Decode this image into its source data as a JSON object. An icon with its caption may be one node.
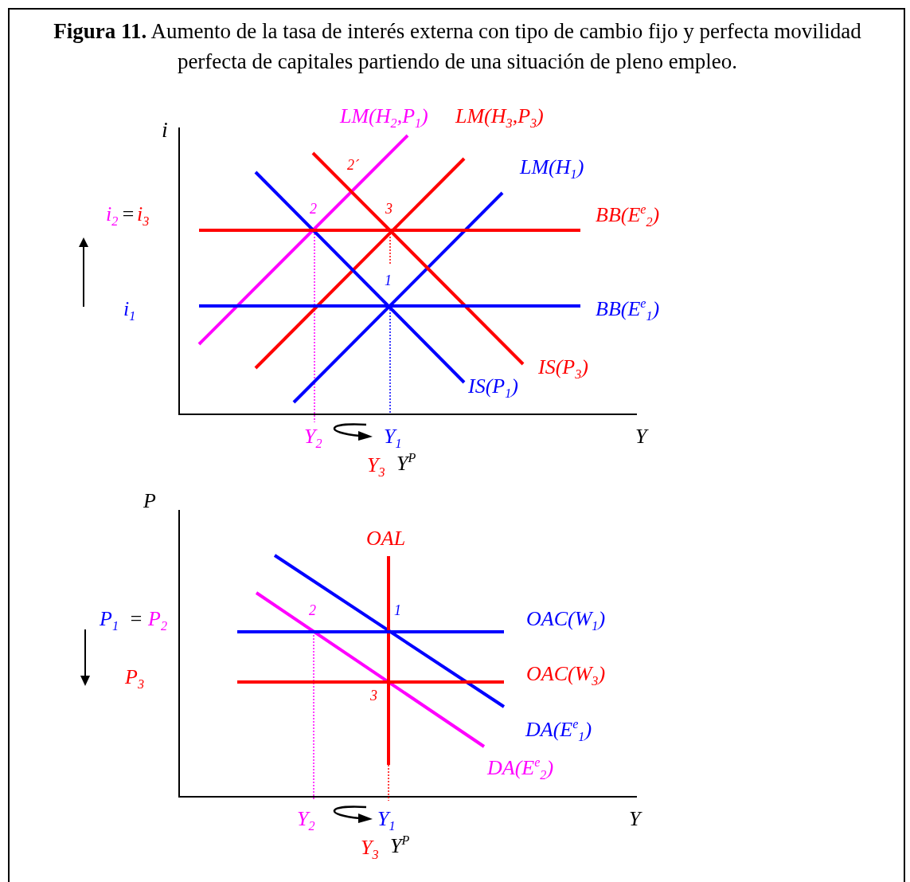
{
  "diagram": {
    "title": "**Figura  11.** Aumento de la tasa de interés externa con tipo de cambio fijo y perfecta movilidad perfecta de capitales partiendo de una situación de pleno empleo.",
    "labels": [
      "LM(H$_{2}$,P$_{1}$)",
      "LM(H$_{3}$,P$_{3}$)",
      "i",
      "2´",
      "LM(H$_{1}$)",
      "i$_{2}$",
      "=",
      "i$_{3}$",
      "2",
      "3",
      "BB(E$^{e}$$_{2}$)",
      "1",
      "i$_{1}$",
      "BB(E$^{e}$$_{1}$)",
      "IS(P$_{3}$)",
      "IS(P$_{1}$)",
      "Y$_{2}$",
      "Y$_{1}$",
      "Y",
      "Y$_{3}$",
      "Y$^{P}$",
      "P",
      "OAL",
      "2",
      "1",
      "P$_{1}$",
      "=",
      "P$_{2}$",
      "OAC(W$_{1}$)",
      "P$_{3}$",
      "3",
      "OAC(W$_{3}$)",
      "DA(E$^{e}$$_{1}$)",
      "DA(E$^{e}$$_{2}$)",
      "Y$_{2}$",
      "Y$_{1}$",
      "Y",
      "Y$_{3}$",
      "Y$^{P}$"
    ]
  }
}
